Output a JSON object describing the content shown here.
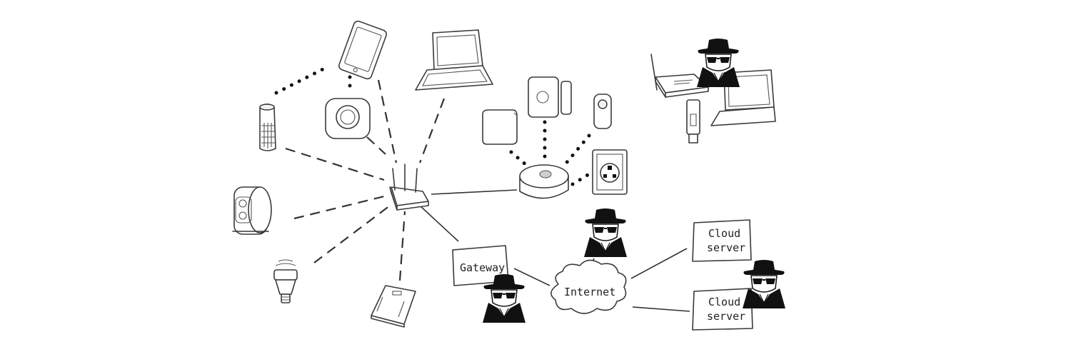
{
  "labels": {
    "gateway": "Gateway",
    "internet": "Internet",
    "cloud_server_1": [
      "Cloud",
      "server"
    ],
    "cloud_server_2": [
      "Cloud",
      "server"
    ]
  },
  "icons": [
    "tablet-icon",
    "laptop-icon",
    "smart-speaker-icon",
    "smart-hub-icon",
    "wifi-router-icon",
    "security-camera-icon",
    "smart-bulb-icon",
    "smart-scale-icon",
    "zigbee-hub-icon",
    "door-sensor-icon",
    "motion-sensor-icon",
    "smart-button-icon",
    "smart-plug-icon",
    "hacker-icon",
    "attacker-router-icon",
    "attacker-laptop-icon",
    "usb-dongle-icon",
    "cloud-icon"
  ]
}
